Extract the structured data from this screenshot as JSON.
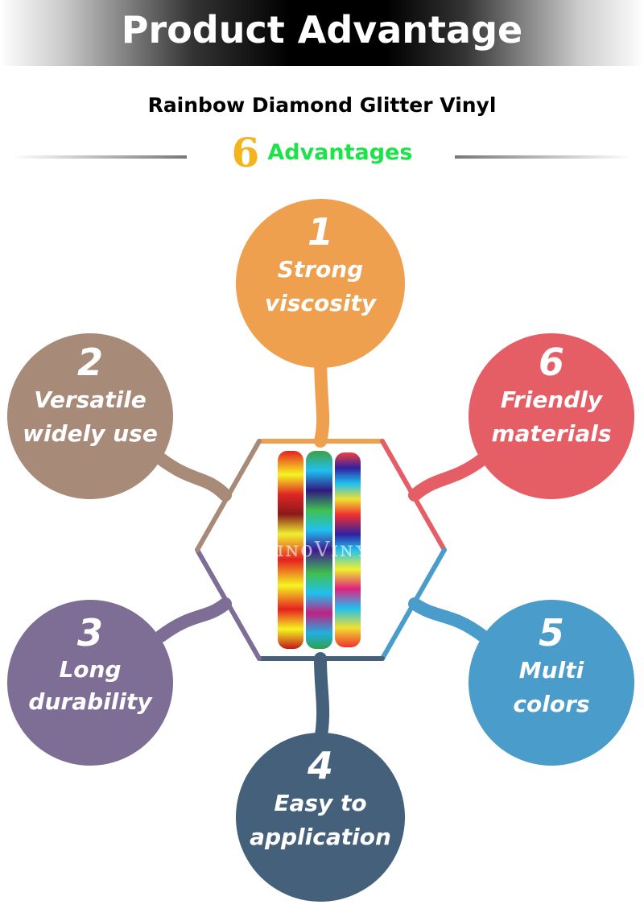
{
  "header": {
    "title": "Product Advantage"
  },
  "subtitle": "Rainbow Diamond Glitter Vinyl",
  "count": {
    "number": "6",
    "label": "Advantages"
  },
  "watermark": "SinoVinyl",
  "advantages": [
    {
      "number": "1",
      "text": "Strong viscosity",
      "color": "#EFA04E"
    },
    {
      "number": "2",
      "text": "Versatile widely use",
      "color": "#A88A78"
    },
    {
      "number": "3",
      "text": "Long durability",
      "color": "#7E6E96"
    },
    {
      "number": "4",
      "text": "Easy to application",
      "color": "#45607A"
    },
    {
      "number": "5",
      "text": "Multi colors",
      "color": "#4A9CCB"
    },
    {
      "number": "6",
      "text": "Friendly materials",
      "color": "#E55E66"
    }
  ]
}
